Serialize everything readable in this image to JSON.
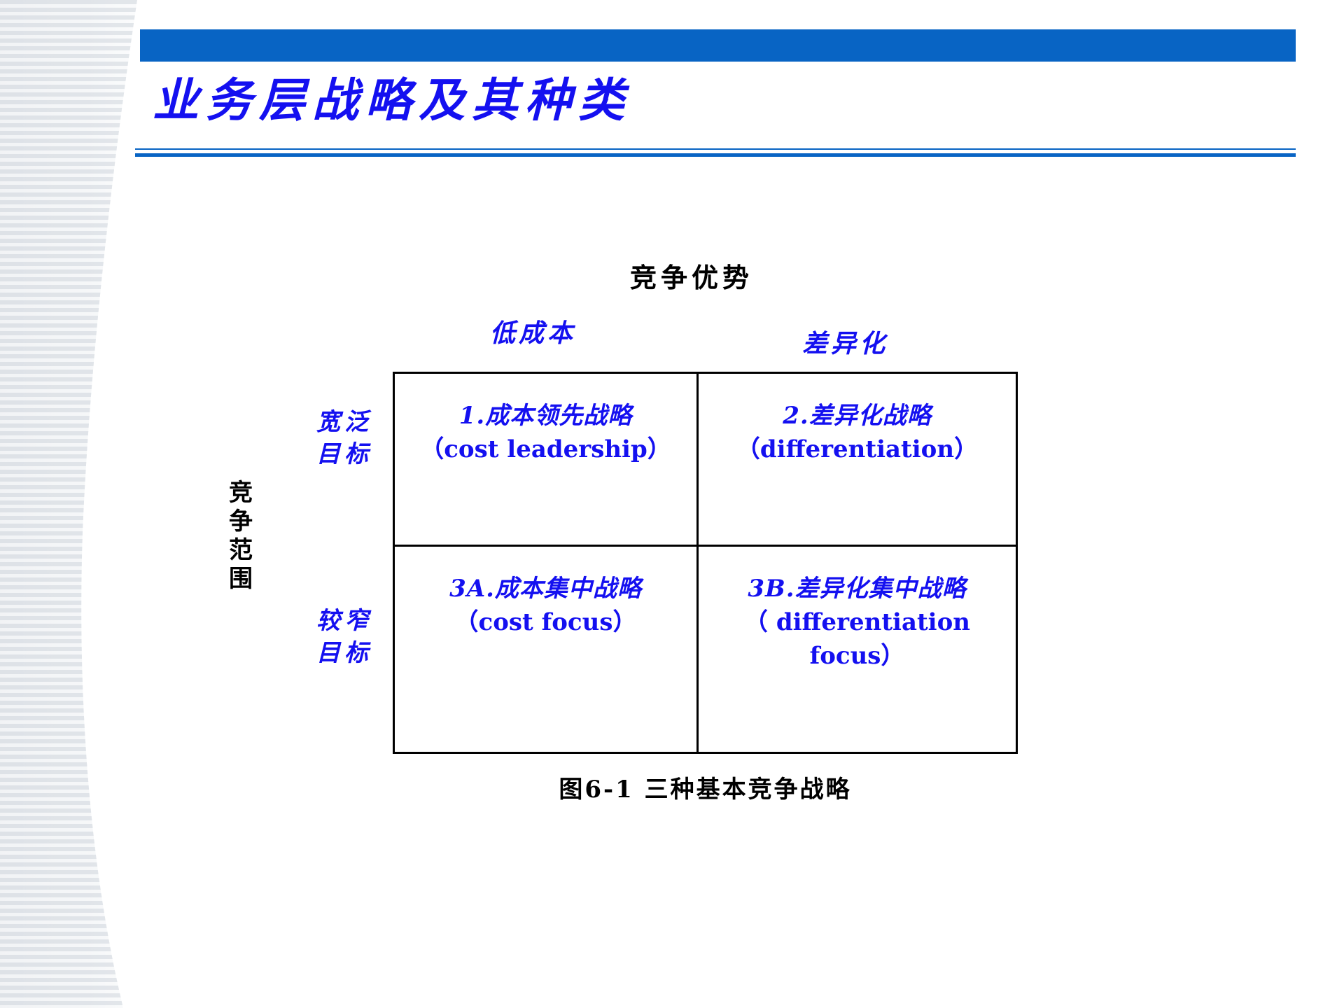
{
  "slide": {
    "title": "业务层战略及其种类",
    "theme": {
      "accent_blue": "#0864c4",
      "text_blue": "#1410f0",
      "text_black": "#000000",
      "background": "#ffffff"
    }
  },
  "diagram": {
    "top_axis_title": "竞争优势",
    "left_axis_title": "竞争范围",
    "column_headers": [
      "低成本",
      "差异化"
    ],
    "row_headers": [
      "宽泛目标",
      "较窄目标"
    ],
    "cells": [
      {
        "cn": "1.成本领先战略",
        "en": "（cost leadership）"
      },
      {
        "cn": "2.差异化战略",
        "en": "（differentiation）"
      },
      {
        "cn": "3A.成本集中战略",
        "en": "（cost focus）"
      },
      {
        "cn": "3B.差异化集中战略",
        "en": "（ differentiation focus）"
      }
    ],
    "caption": "图6-1 三种基本竞争战略"
  },
  "decor": {
    "band_name": "striped-curved-band"
  }
}
